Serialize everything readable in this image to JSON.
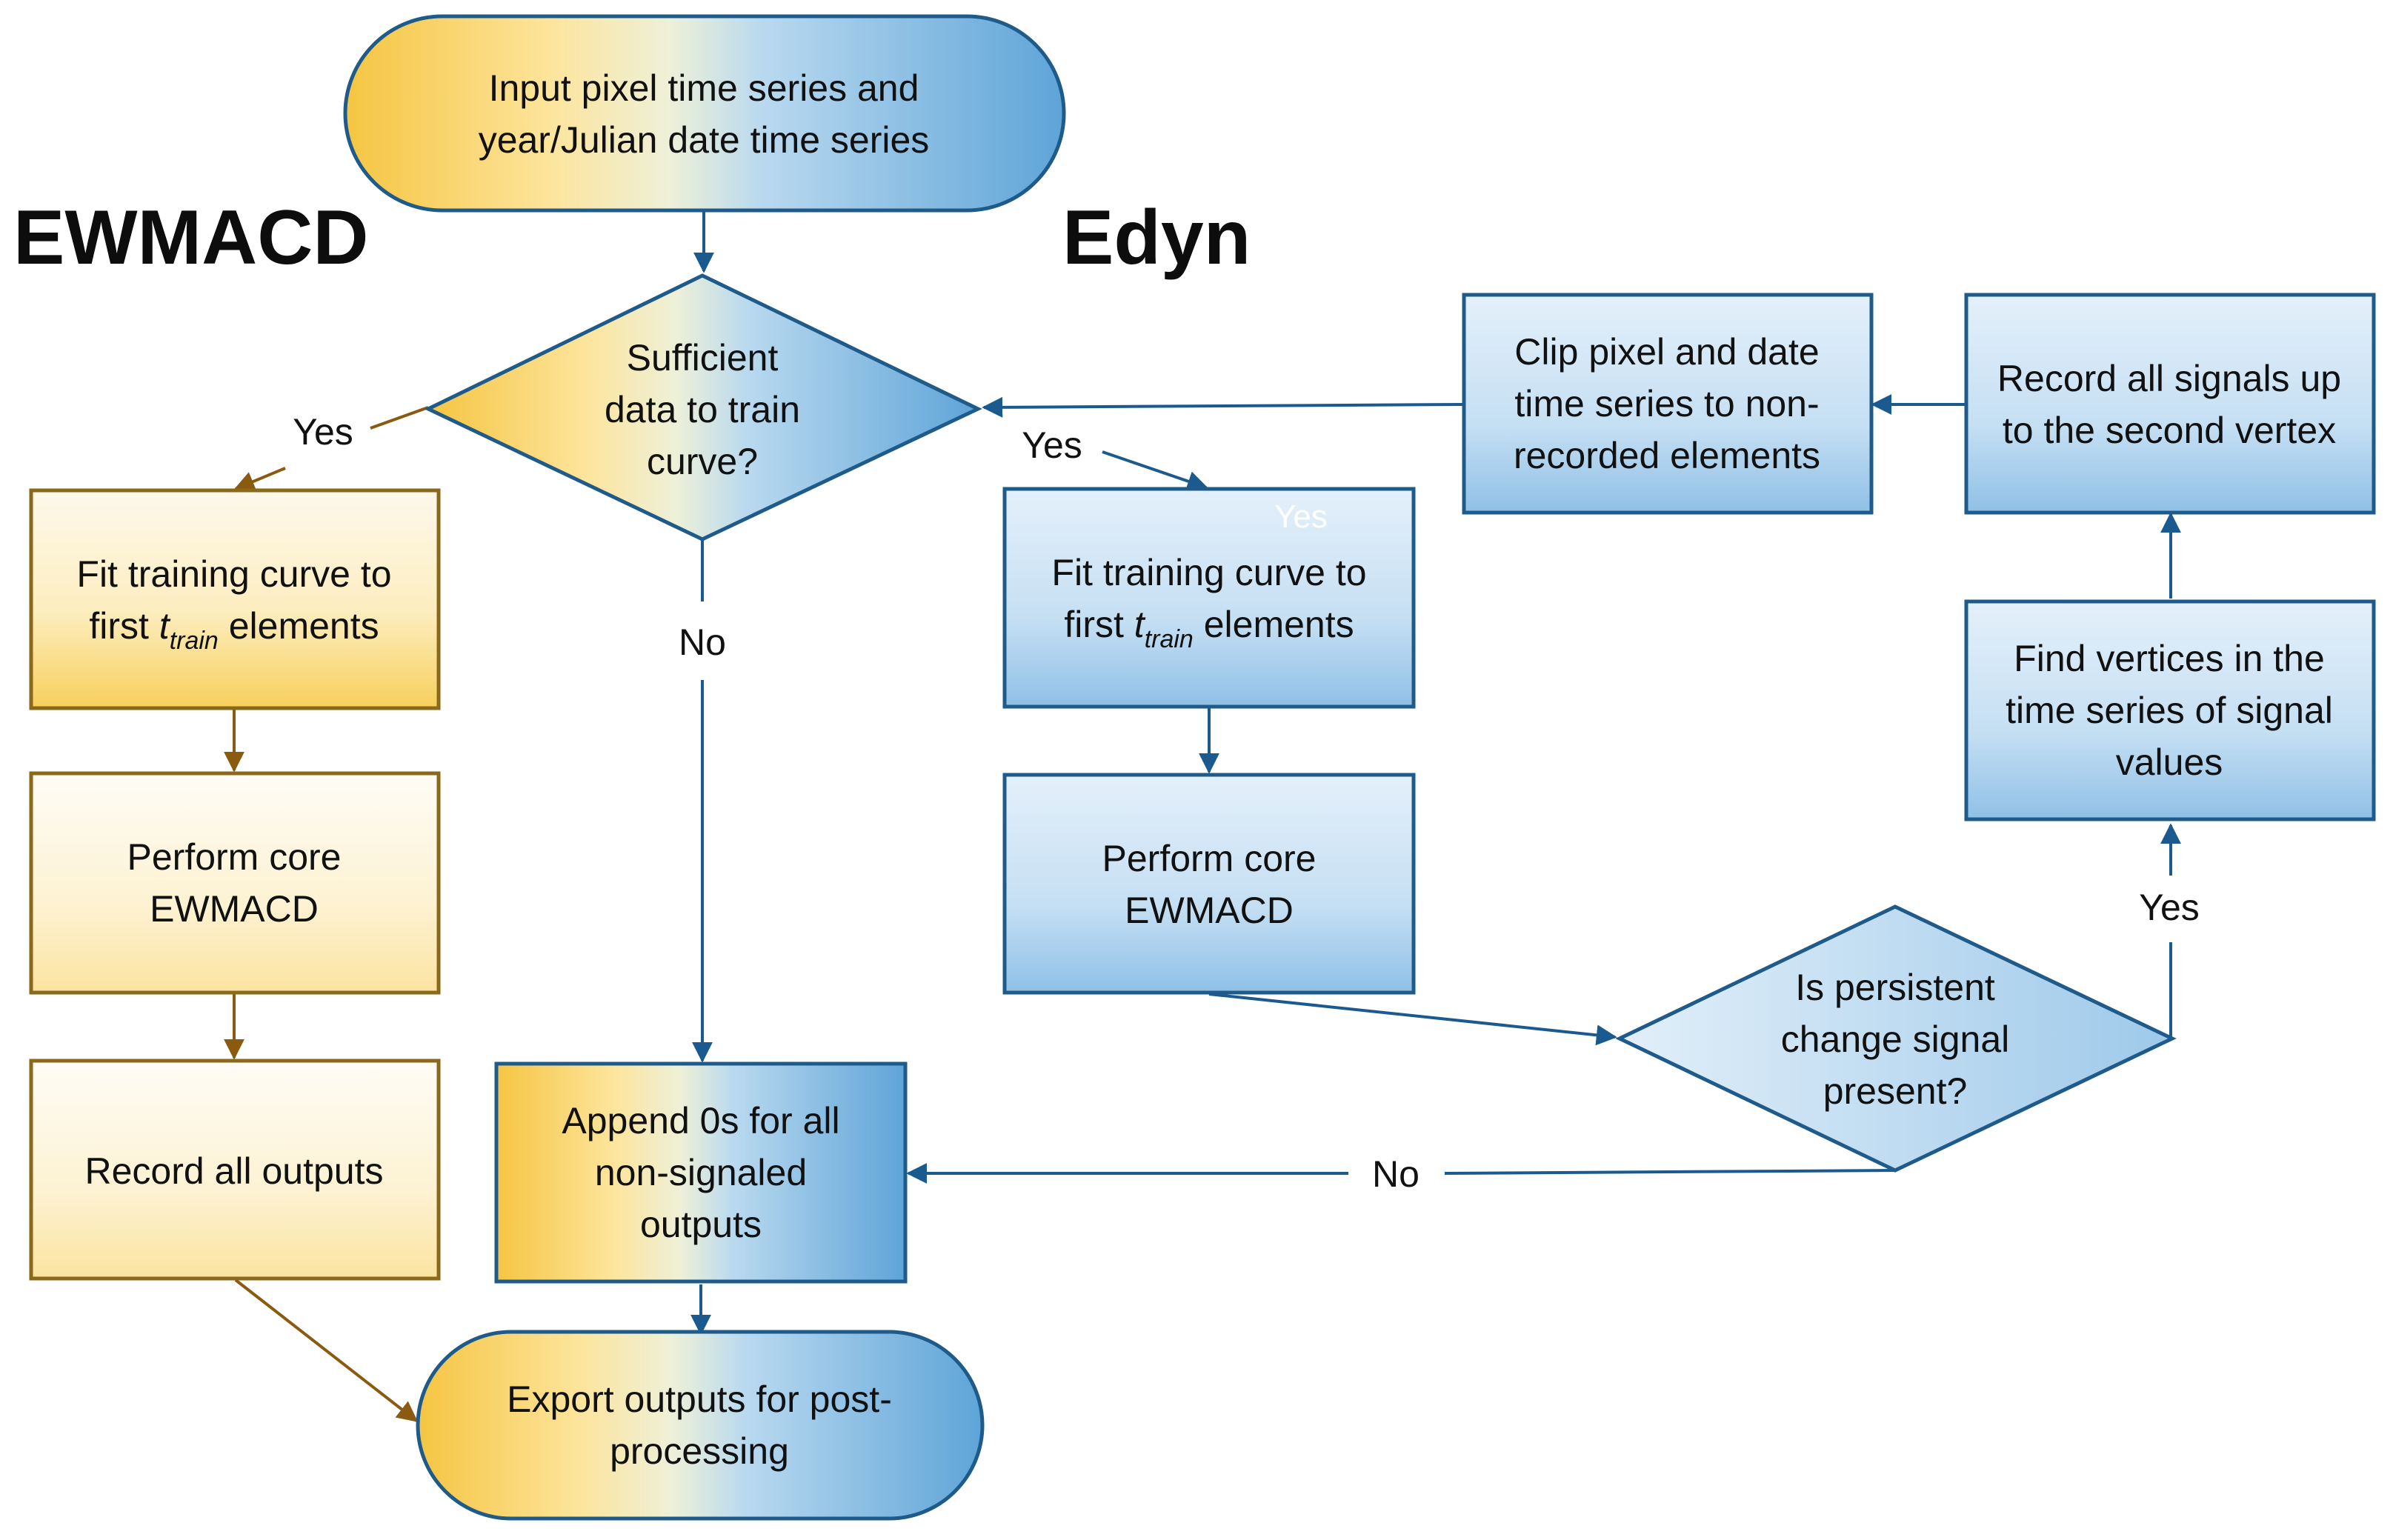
{
  "headings": {
    "left": "EWMACD",
    "right": "Edyn"
  },
  "nodes": {
    "input": {
      "lines": [
        "Input pixel time series and",
        "year/Julian date time series"
      ]
    },
    "decision": {
      "lines": [
        "Sufficient",
        "data to train",
        "curve?"
      ]
    },
    "fit_left": {
      "line1": "Fit training curve to",
      "pre": "first ",
      "var": "t",
      "sub": "train",
      "post": " elements"
    },
    "core_left": {
      "lines": [
        "Perform core",
        "EWMACD"
      ]
    },
    "record_left": {
      "lines": [
        "Record all outputs"
      ]
    },
    "fit_right": {
      "line1": "Fit training curve to",
      "pre": "first ",
      "var": "t",
      "sub": "train",
      "post": " elements"
    },
    "core_right": {
      "lines": [
        "Perform core",
        "EWMACD"
      ]
    },
    "persistent": {
      "lines": [
        "Is persistent",
        "change signal",
        "present?"
      ]
    },
    "vertices": {
      "lines": [
        "Find vertices in the",
        "time series of signal",
        "values"
      ]
    },
    "record_signals": {
      "lines": [
        "Record all signals up",
        "to the second vertex"
      ]
    },
    "clip": {
      "lines": [
        "Clip pixel and date",
        "time series to non-",
        "recorded elements"
      ]
    },
    "append": {
      "lines": [
        "Append 0s for all",
        "non-signaled",
        "outputs"
      ]
    },
    "export": {
      "lines": [
        "Export outputs for post-",
        "processing"
      ]
    }
  },
  "edge_labels": {
    "yes_left": "Yes",
    "yes_right": "Yes",
    "no_center": "No",
    "yes_vertices": "Yes",
    "no_bottom": "No",
    "ghost_yes": "Yes"
  },
  "colors": {
    "gold_stroke": "#8a6a1a",
    "blue_stroke": "#1f5b8a",
    "gold_light": "#fdf3da",
    "gold_mid": "#fde49a",
    "gold_dark": "#f5c542",
    "blue_light": "#d6e8f6",
    "blue_dark": "#5ea4d8",
    "gold_arrow": "#8a5a10",
    "blue_arrow": "#1b5a8e"
  }
}
